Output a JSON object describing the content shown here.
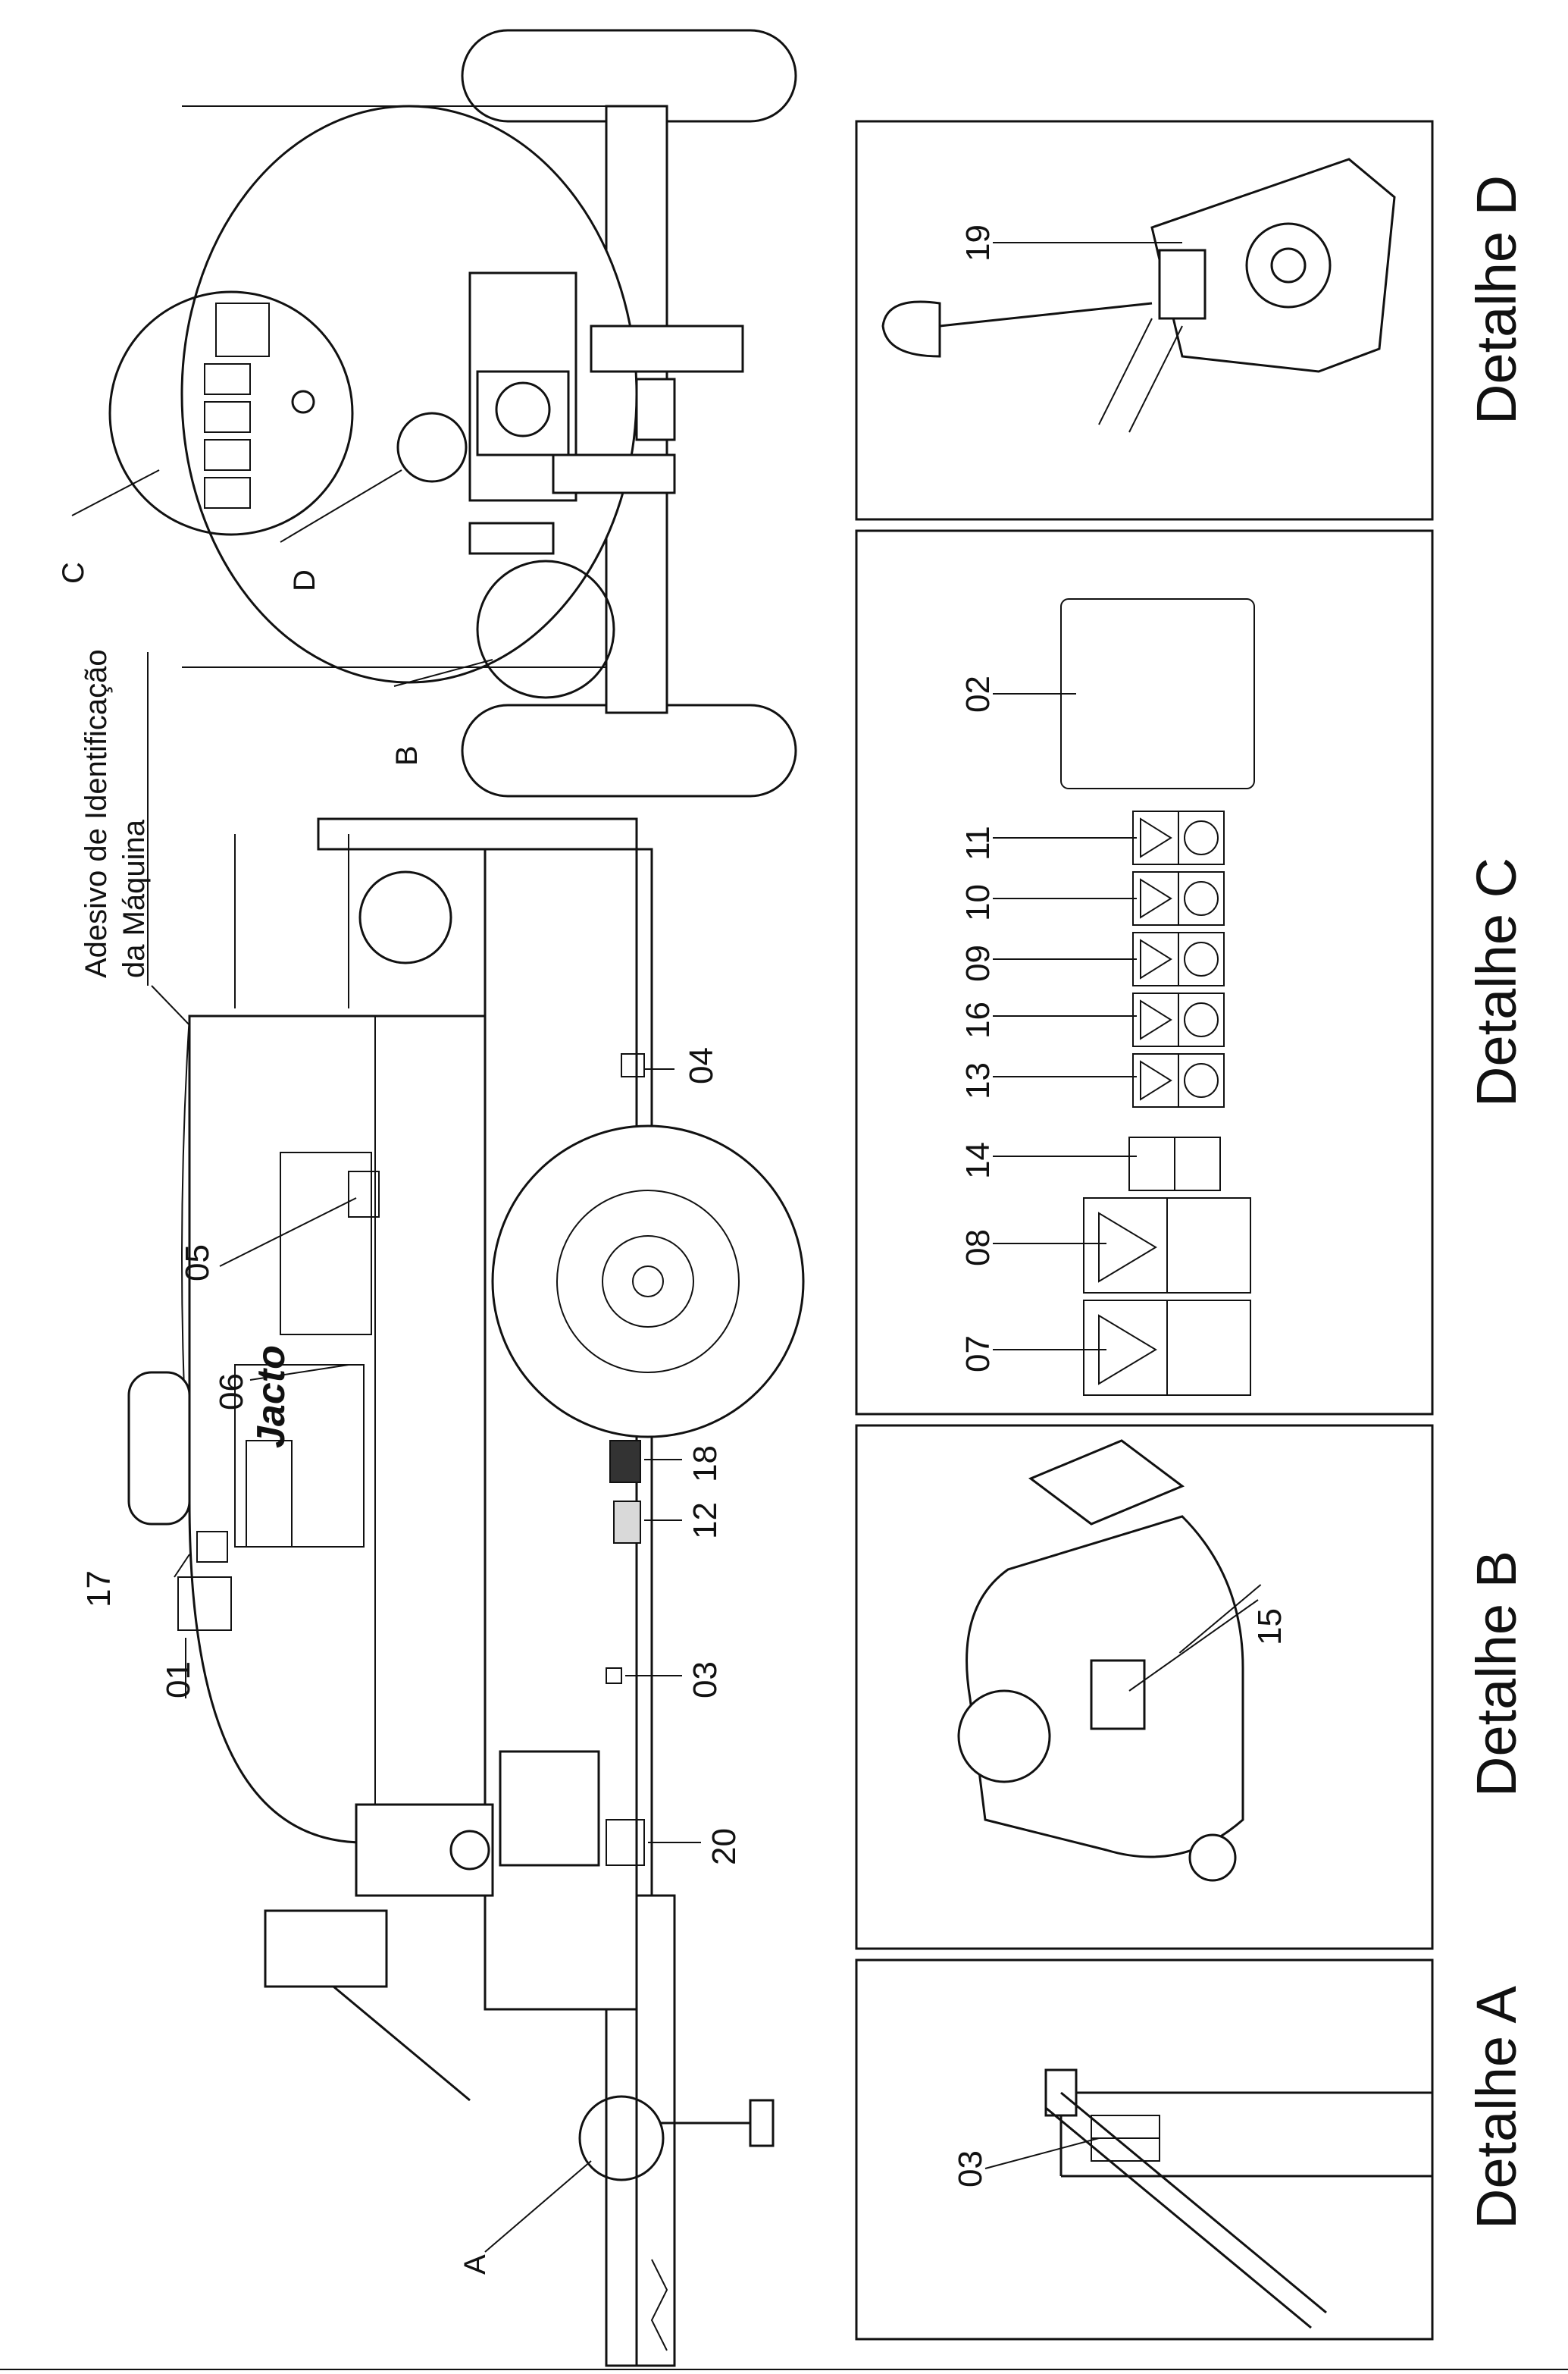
{
  "details": {
    "a": "Detalhe A",
    "b": "Detalhe B",
    "c": "Detalhe C",
    "d": "Detalhe D"
  },
  "letters": {
    "a": "A",
    "b": "B",
    "c": "C",
    "d": "D"
  },
  "machine_label_line1": "Adesivo de Identificação",
  "machine_label_line2": "da Máquina",
  "brand": "Jacto",
  "numbers": {
    "n01": "01",
    "n02": "02",
    "n03": "03",
    "n04": "04",
    "n05": "05",
    "n06": "06",
    "n07": "07",
    "n08": "08",
    "n09": "09",
    "n10": "10",
    "n11": "11",
    "n12": "12",
    "n13": "13",
    "n14": "14",
    "n15": "15",
    "n16": "16",
    "n17": "17",
    "n18": "18",
    "n19": "19",
    "n20": "20"
  }
}
